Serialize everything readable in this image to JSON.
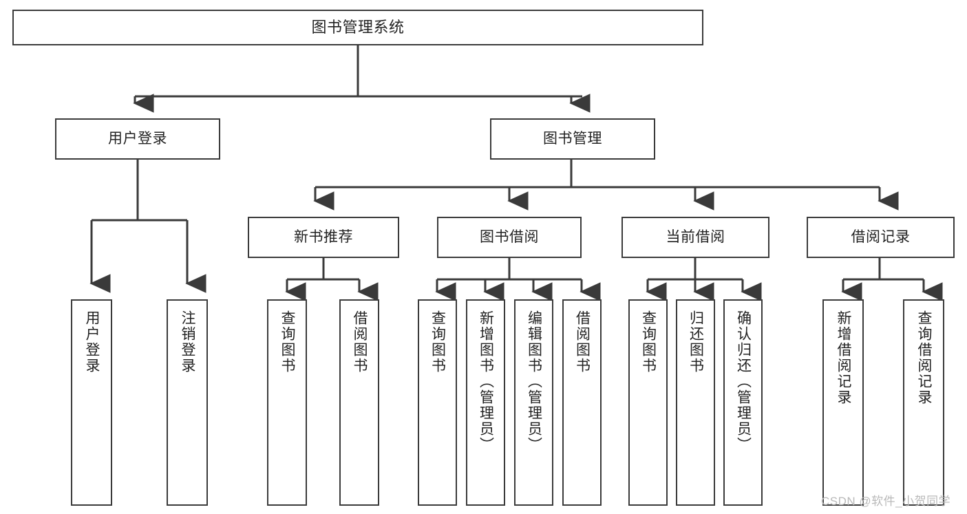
{
  "diagram": {
    "type": "tree",
    "title": "图书管理系统",
    "orientation": "top-down",
    "colors": {
      "background": "#ffffff",
      "box_border": "#3a3a3a",
      "box_fill": "#ffffff",
      "text": "#222222",
      "connector": "#3a3a3a",
      "watermark": "#b9b9b9"
    },
    "root": {
      "label": "图书管理系统"
    },
    "level2": [
      {
        "label": "用户登录"
      },
      {
        "label": "图书管理"
      }
    ],
    "level3": [
      {
        "label": "新书推荐"
      },
      {
        "label": "图书借阅"
      },
      {
        "label": "当前借阅"
      },
      {
        "label": "借阅记录"
      }
    ],
    "leaves": {
      "user_login": [
        {
          "label": "用户登录"
        },
        {
          "label": "注销登录"
        }
      ],
      "new_book_recommend": [
        {
          "label": "查询图书"
        },
        {
          "label": "借阅图书"
        }
      ],
      "book_borrow": [
        {
          "label": "查询图书"
        },
        {
          "label": "新增图书（管理员）"
        },
        {
          "label": "编辑图书（管理员）"
        },
        {
          "label": "借阅图书"
        }
      ],
      "current_borrow": [
        {
          "label": "查询图书"
        },
        {
          "label": "归还图书"
        },
        {
          "label": "确认归还（管理员）"
        }
      ],
      "borrow_records": [
        {
          "label": "新增借阅记录"
        },
        {
          "label": "查询借阅记录"
        }
      ]
    }
  },
  "watermark": {
    "text": "CSDN @软件_小贺同学"
  }
}
